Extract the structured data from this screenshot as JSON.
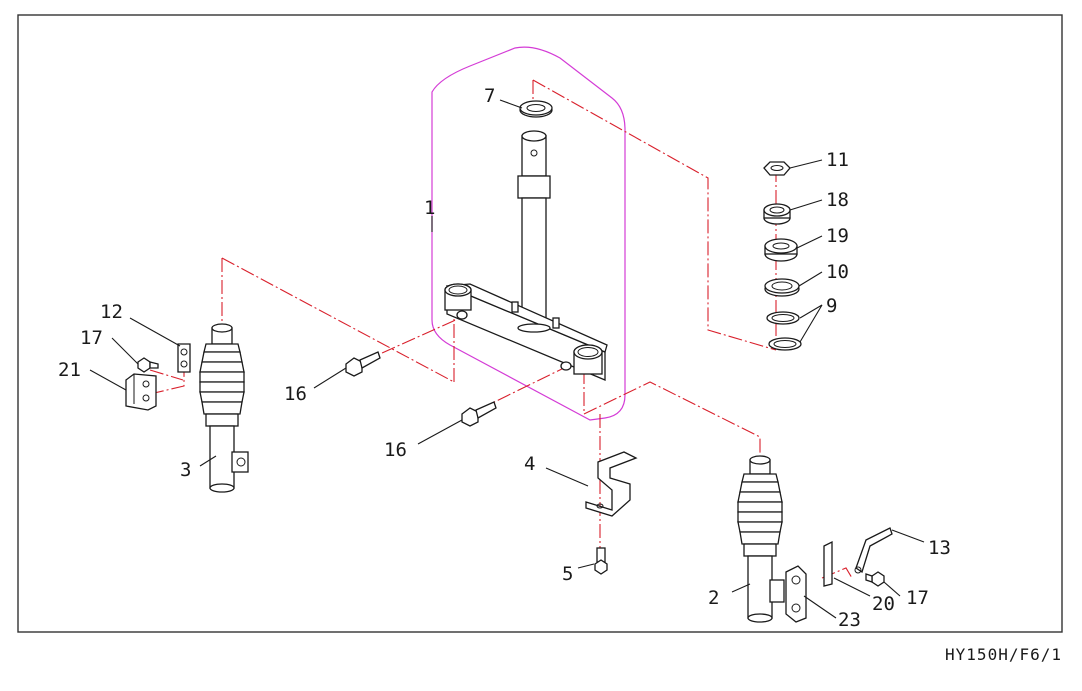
{
  "drawing": {
    "code": "HY150H/F6/1",
    "callouts": [
      {
        "id": "c1",
        "text": "1"
      },
      {
        "id": "c2",
        "text": "2"
      },
      {
        "id": "c3",
        "text": "3"
      },
      {
        "id": "c4",
        "text": "4"
      },
      {
        "id": "c5",
        "text": "5"
      },
      {
        "id": "c7",
        "text": "7"
      },
      {
        "id": "c9",
        "text": "9"
      },
      {
        "id": "c10",
        "text": "10"
      },
      {
        "id": "c11",
        "text": "11"
      },
      {
        "id": "c12",
        "text": "12"
      },
      {
        "id": "c13",
        "text": "13"
      },
      {
        "id": "c16a",
        "text": "16"
      },
      {
        "id": "c16b",
        "text": "16"
      },
      {
        "id": "c17a",
        "text": "17"
      },
      {
        "id": "c17b",
        "text": "17"
      },
      {
        "id": "c18",
        "text": "18"
      },
      {
        "id": "c19",
        "text": "19"
      },
      {
        "id": "c20",
        "text": "20"
      },
      {
        "id": "c21",
        "text": "21"
      },
      {
        "id": "c23",
        "text": "23"
      }
    ]
  },
  "colors": {
    "assembly_dashes": "#d9202c",
    "group_outline": "#d43cd6",
    "linework": "#1a1a1a"
  }
}
